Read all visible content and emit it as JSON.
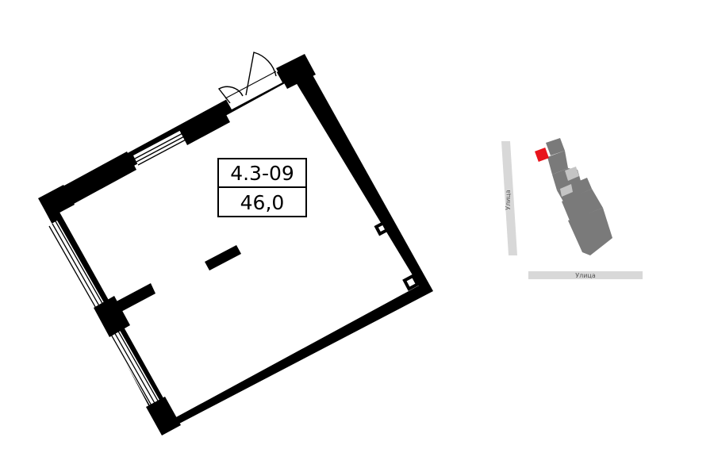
{
  "unit": {
    "number": "4.3-09",
    "area": "46,0"
  },
  "site_plan": {
    "street_vertical": "Улица",
    "street_horizontal": "Улица",
    "highlight_color": "#e8141c",
    "building_color": "#7a7a7a",
    "street_color": "#d8d8d8"
  }
}
